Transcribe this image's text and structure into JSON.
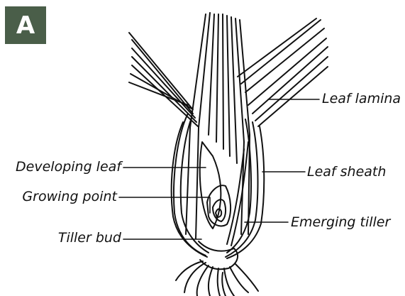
{
  "panel_label": "A",
  "labels": {
    "leaf_lamina": "Leaf lamina",
    "leaf_sheath": "Leaf sheath",
    "emerging_tiller": "Emerging tiller",
    "developing_leaf": "Developing leaf",
    "growing_point": "Growing point",
    "tiller_bud": "Tiller bud"
  },
  "colors": {
    "badge": "#4a5e49",
    "line": "#111111"
  }
}
